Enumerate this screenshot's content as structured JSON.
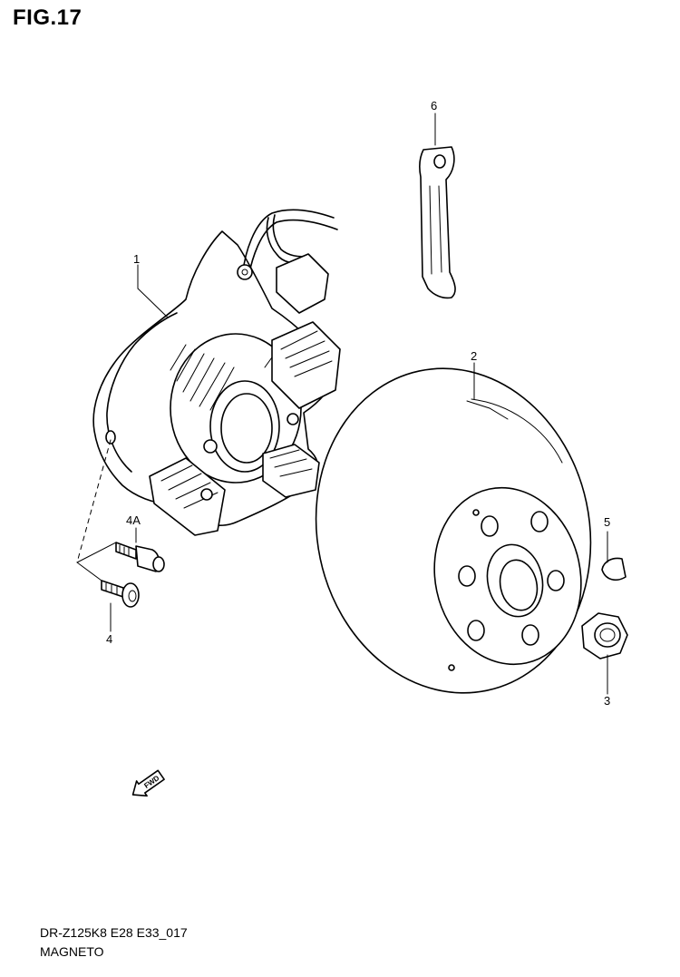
{
  "figure": {
    "title": "FIG.17"
  },
  "callouts": {
    "p1": "1",
    "p2": "2",
    "p3": "3",
    "p4": "4",
    "p4a": "4A",
    "p5": "5",
    "p6": "6"
  },
  "fwd_arrow": {
    "label": "FWD"
  },
  "footer": {
    "code": "DR-Z125K8 E28 E33_017",
    "name": "MAGNETO"
  }
}
